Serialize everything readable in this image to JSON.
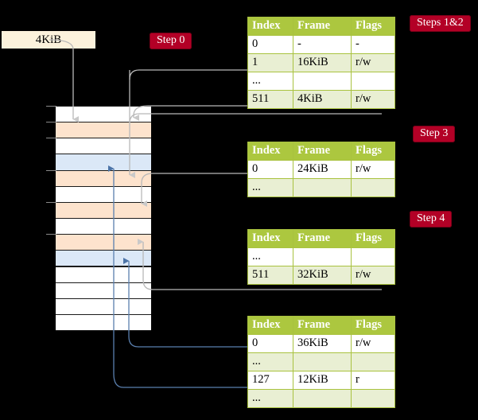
{
  "diagram": {
    "title_label": "4KiB",
    "badges": [
      {
        "id": "step0",
        "label": "Step 0"
      },
      {
        "id": "steps12",
        "label": "Steps 1&2"
      },
      {
        "id": "step3",
        "label": "Step 3"
      },
      {
        "id": "step4",
        "label": "Step 4"
      }
    ],
    "memory": {
      "rows": [
        {
          "index": 0,
          "fill": "plain",
          "tick": true
        },
        {
          "index": 1,
          "fill": "orange",
          "tick": true
        },
        {
          "index": 2,
          "fill": "plain",
          "tick": true
        },
        {
          "index": 3,
          "fill": "blue",
          "tick": false
        },
        {
          "index": 4,
          "fill": "orange",
          "tick": true
        },
        {
          "index": 5,
          "fill": "plain",
          "tick": false
        },
        {
          "index": 6,
          "fill": "orange",
          "tick": true
        },
        {
          "index": 7,
          "fill": "plain",
          "tick": false
        },
        {
          "index": 8,
          "fill": "orange",
          "tick": true
        },
        {
          "index": 9,
          "fill": "blue",
          "tick": false
        },
        {
          "index": 10,
          "fill": "plain",
          "tick": false
        },
        {
          "index": 11,
          "fill": "plain",
          "tick": false
        },
        {
          "index": 12,
          "fill": "plain",
          "tick": false
        },
        {
          "index": 13,
          "fill": "plain",
          "tick": false
        }
      ]
    },
    "tables": [
      {
        "id": "pt0",
        "headers": [
          "Index",
          "Frame",
          "Flags"
        ],
        "rows": [
          {
            "cells": [
              "0",
              "-",
              "-"
            ],
            "alt": false,
            "highlight": false
          },
          {
            "cells": [
              "1",
              "16KiB",
              "r/w"
            ],
            "alt": true,
            "highlight": false
          },
          {
            "cells": [
              "...",
              "",
              ""
            ],
            "alt": false,
            "highlight": false
          },
          {
            "cells": [
              "511",
              "4KiB",
              "r/w"
            ],
            "alt": true,
            "highlight": true
          }
        ]
      },
      {
        "id": "pt1",
        "headers": [
          "Index",
          "Frame",
          "Flags"
        ],
        "rows": [
          {
            "cells": [
              "0",
              "24KiB",
              "r/w"
            ],
            "alt": false,
            "highlight": false
          },
          {
            "cells": [
              "...",
              "",
              ""
            ],
            "alt": true,
            "highlight": false
          }
        ]
      },
      {
        "id": "pt2",
        "headers": [
          "Index",
          "Frame",
          "Flags"
        ],
        "rows": [
          {
            "cells": [
              "...",
              "",
              ""
            ],
            "alt": false,
            "highlight": false
          },
          {
            "cells": [
              "511",
              "32KiB",
              "r/w"
            ],
            "alt": true,
            "highlight": false
          }
        ]
      },
      {
        "id": "pt3",
        "headers": [
          "Index",
          "Frame",
          "Flags"
        ],
        "rows": [
          {
            "cells": [
              "0",
              "36KiB",
              "r/w"
            ],
            "alt": false,
            "highlight": false
          },
          {
            "cells": [
              "...",
              "",
              ""
            ],
            "alt": true,
            "highlight": false
          },
          {
            "cells": [
              "127",
              "12KiB",
              "r"
            ],
            "alt": false,
            "highlight": false
          },
          {
            "cells": [
              "...",
              "",
              ""
            ],
            "alt": true,
            "highlight": false
          }
        ]
      }
    ],
    "colors": {
      "background": "#000000",
      "table_header": "#acc73f",
      "table_alt_row": "#e9efd3",
      "highlight": "#faf69b",
      "badge": "#b30026",
      "memory_orange": "#fde3cd",
      "memory_blue": "#dbe8f7",
      "wire_gray": "#b0b0b0",
      "wire_blue": "#5a7fae",
      "kib_box": "#fcf2dc"
    }
  }
}
